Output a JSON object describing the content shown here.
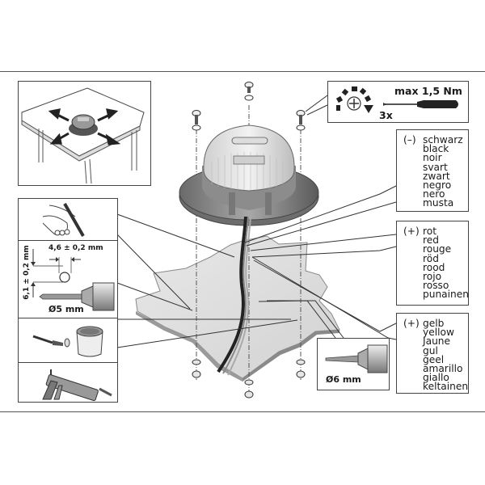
{
  "diagram": {
    "type": "installation-instructions",
    "subject": "surface-mount beacon light installation",
    "torque": {
      "label": "max 1,5 Nm",
      "count": "3x"
    },
    "drill_hole_template": {
      "width_label": "4,6 ± 0,2 mm",
      "height_label": "6,1 ± 0,2 mm",
      "drill_label": "Ø5 mm"
    },
    "cable_drill": {
      "drill_label": "Ø6 mm"
    },
    "wires": [
      {
        "polarity": "(–)",
        "color": "#1a1a1a",
        "names": [
          "schwarz",
          "black",
          "noir",
          "svart",
          "zwart",
          "negro",
          "nero",
          "musta"
        ]
      },
      {
        "polarity": "(+)",
        "color": "#c00000",
        "names": [
          "rot",
          "red",
          "rouge",
          "röd",
          "rood",
          "rojo",
          "rosso",
          "punainen"
        ]
      },
      {
        "polarity": "(+)",
        "color": "#e0c000",
        "names": [
          "gelb",
          "yellow",
          "Jaune",
          "gul",
          "geel",
          "amarillo",
          "giallo",
          "keltainen"
        ]
      }
    ],
    "steps": [
      {
        "name": "position-on-roof",
        "icon": "roof-positioning-icon"
      },
      {
        "name": "mark-holes",
        "icon": "marking-pen-icon"
      },
      {
        "name": "drill-holes",
        "icon": "drill-icon"
      },
      {
        "name": "apply-sealant-brush",
        "icon": "brush-and-pot-icon"
      },
      {
        "name": "apply-sealant-gun",
        "icon": "caulking-gun-icon"
      }
    ]
  }
}
